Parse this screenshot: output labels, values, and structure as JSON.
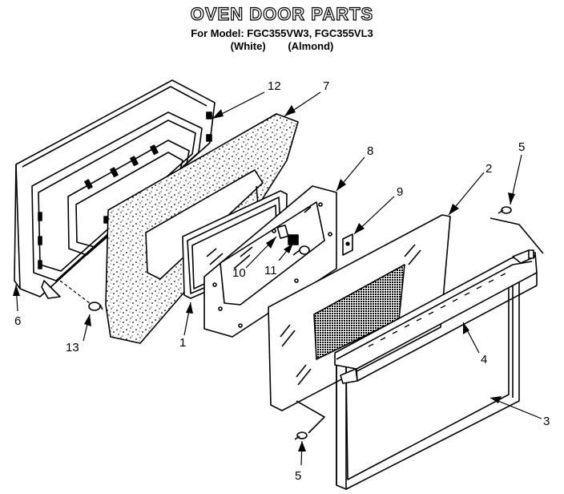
{
  "title": "OVEN DOOR PARTS",
  "model_line": "For Model: FGC355VW3, FGC355VL3",
  "colors": [
    "(White)",
    "(Almond)"
  ],
  "callouts": [
    "1",
    "2",
    "3",
    "4",
    "5",
    "5",
    "6",
    "7",
    "8",
    "9",
    "10",
    "11",
    "12",
    "13"
  ]
}
